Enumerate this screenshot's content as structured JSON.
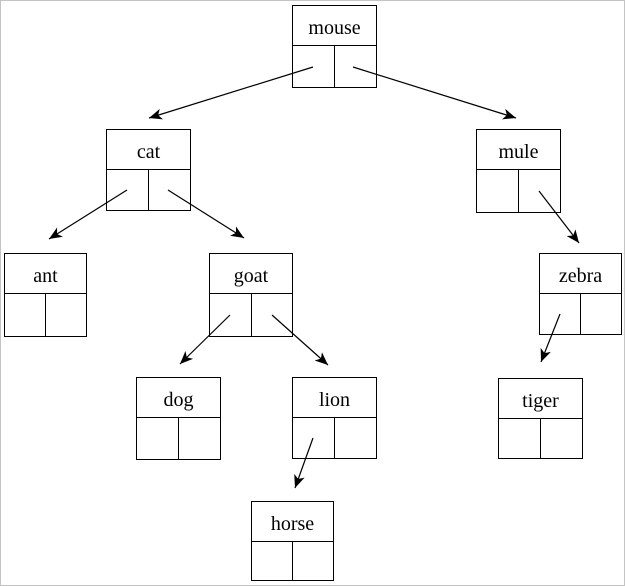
{
  "page": {
    "background": "#ffffff",
    "border_color": "#c4c4c4"
  },
  "diagram": {
    "type": "binary-tree",
    "line_color": "#000000",
    "nodes": {
      "mouse": {
        "label": "mouse"
      },
      "cat": {
        "label": "cat"
      },
      "mule": {
        "label": "mule"
      },
      "ant": {
        "label": "ant"
      },
      "goat": {
        "label": "goat"
      },
      "zebra": {
        "label": "zebra"
      },
      "dog": {
        "label": "dog"
      },
      "lion": {
        "label": "lion"
      },
      "tiger": {
        "label": "tiger"
      },
      "horse": {
        "label": "horse"
      }
    },
    "edges": [
      {
        "from": "mouse",
        "port": "left",
        "to": "cat"
      },
      {
        "from": "mouse",
        "port": "right",
        "to": "mule"
      },
      {
        "from": "cat",
        "port": "left",
        "to": "ant"
      },
      {
        "from": "cat",
        "port": "right",
        "to": "goat"
      },
      {
        "from": "goat",
        "port": "left",
        "to": "dog"
      },
      {
        "from": "goat",
        "port": "right",
        "to": "lion"
      },
      {
        "from": "lion",
        "port": "left",
        "to": "horse"
      },
      {
        "from": "mule",
        "port": "right",
        "to": "zebra"
      },
      {
        "from": "zebra",
        "port": "left",
        "to": "tiger"
      }
    ]
  }
}
